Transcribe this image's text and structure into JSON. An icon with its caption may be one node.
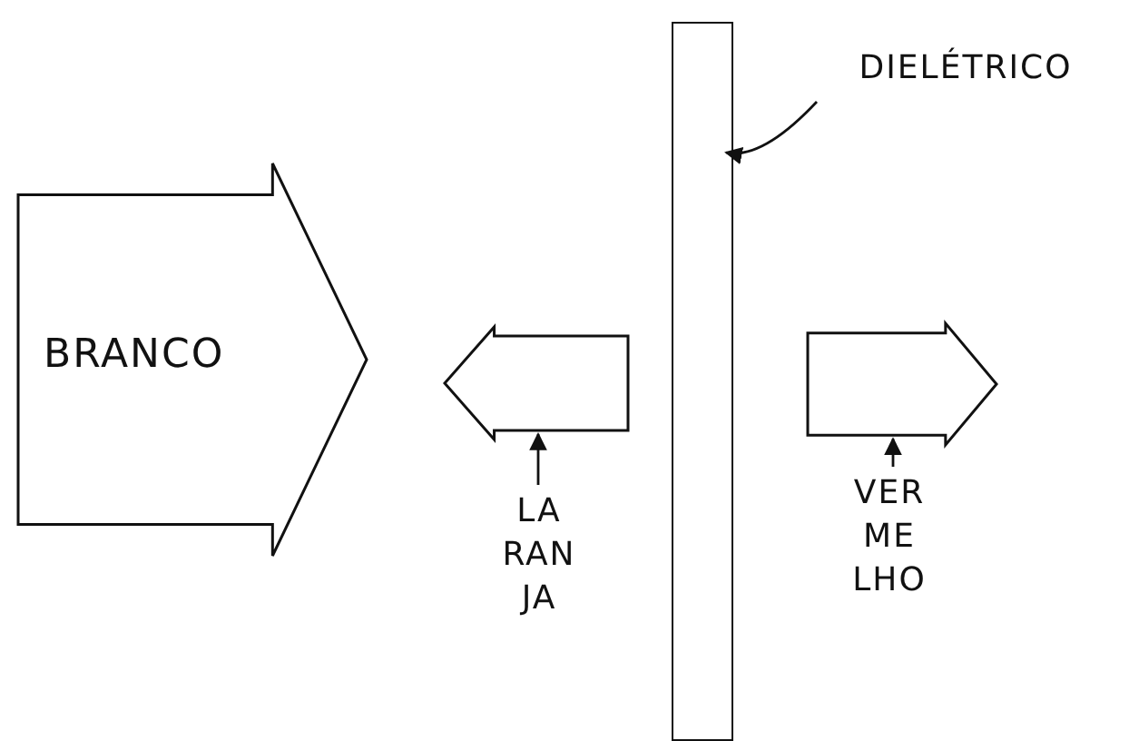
{
  "diagram": {
    "nodes": [
      {
        "text": [
          "DIELÉTRICO"
        ]
      },
      {
        "text": [],
        "shape": "bar"
      },
      {
        "text": [
          "BRANCO"
        ]
      },
      {
        "text": [],
        "shape": "arrow"
      },
      {
        "text": [],
        "shape": "arrow"
      },
      {
        "text": [
          "LA RAN JA"
        ]
      },
      {
        "text": [
          "VER ME LHO"
        ]
      }
    ],
    "edges": [
      {
        "from": 0,
        "to": 1,
        "arrow": "to"
      },
      {
        "from": 5,
        "to": 3,
        "arrow": "to"
      },
      {
        "from": 6,
        "to": 4,
        "arrow": "to"
      }
    ]
  }
}
